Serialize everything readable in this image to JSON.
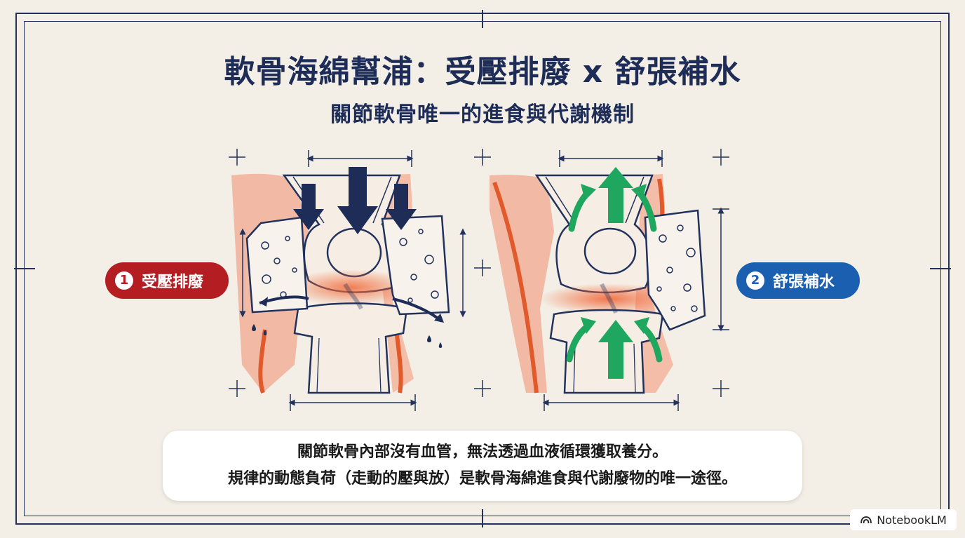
{
  "title": "軟骨海綿幫浦：受壓排廢 x 舒張補水",
  "subtitle": "關節軟骨唯一的進食與代謝機制",
  "panels": {
    "left": {
      "number": "1",
      "label": "受壓排廢"
    },
    "right": {
      "number": "2",
      "label": "舒張補水"
    }
  },
  "caption": {
    "line1": "關節軟骨內部沒有血管，無法透過血液循環獲取養分。",
    "line2": "規律的動態負荷（走動的壓與放）是軟骨海綿進食與代謝廢物的唯一途徑。"
  },
  "badge": {
    "text": "NotebookLM",
    "icon": "notebooklm-icon"
  },
  "colors": {
    "navy": "#1e2d57",
    "compress_red": "#b41e23",
    "relax_blue": "#1b5fb0",
    "arrow_green": "#1fa65f",
    "tissue_pink": "#f2a48a"
  }
}
